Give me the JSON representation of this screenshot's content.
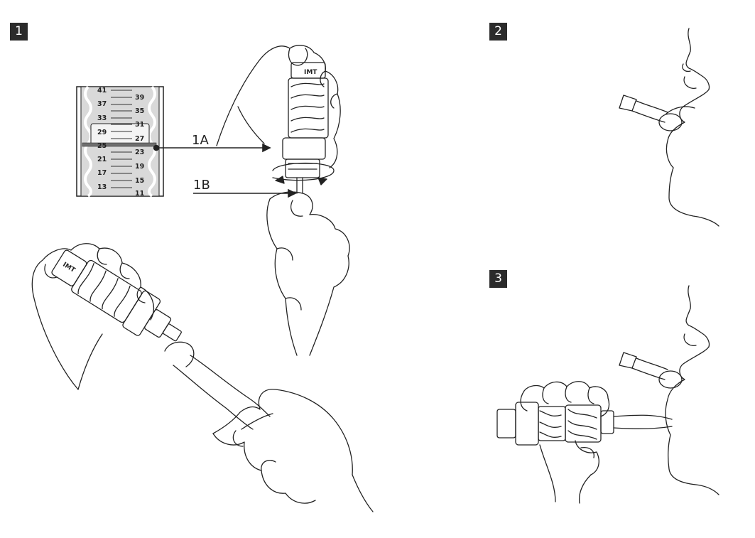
{
  "steps": {
    "step1": "1",
    "step2": "2",
    "step3": "3"
  },
  "callouts": {
    "a": "1A",
    "b": "1B"
  },
  "device": {
    "brand": "IMT"
  },
  "gauge": {
    "left_numbers": [
      "41",
      "37",
      "33",
      "29",
      "25",
      "21",
      "17",
      "13"
    ],
    "right_numbers": [
      "39",
      "35",
      "31",
      "27",
      "23",
      "19",
      "15",
      "11"
    ],
    "indicated_value": "25"
  },
  "colors": {
    "line": "#222222",
    "badge": "#2b2b2b",
    "gauge_bg": "#d9d9d9",
    "indicator": "#6f6f6f"
  }
}
